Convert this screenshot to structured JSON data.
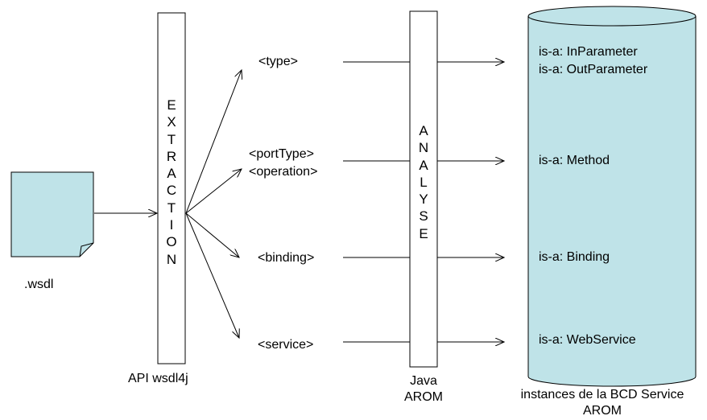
{
  "wsdl_file": {
    "label": ".wsdl",
    "color": "#bfe3e8"
  },
  "extraction": {
    "letters": "EXTRACTION",
    "caption": "API wsdl4j"
  },
  "analyse": {
    "letters": "ANALYSE",
    "caption_line1": "Java",
    "caption_line2": "AROM"
  },
  "elements": {
    "type": "<type>",
    "porttype": "<portType>",
    "operation": "<operation>",
    "binding": "<binding>",
    "service": "<service>"
  },
  "database": {
    "color": "#bfe3e8",
    "caption_line1": "instances de la BCD Service",
    "caption_line2": "AROM",
    "instances": {
      "in_parameter": "is-a: InParameter",
      "out_parameter": "is-a: OutParameter",
      "method": "is-a: Method",
      "binding": "is-a: Binding",
      "webservice": "is-a: WebService"
    }
  }
}
